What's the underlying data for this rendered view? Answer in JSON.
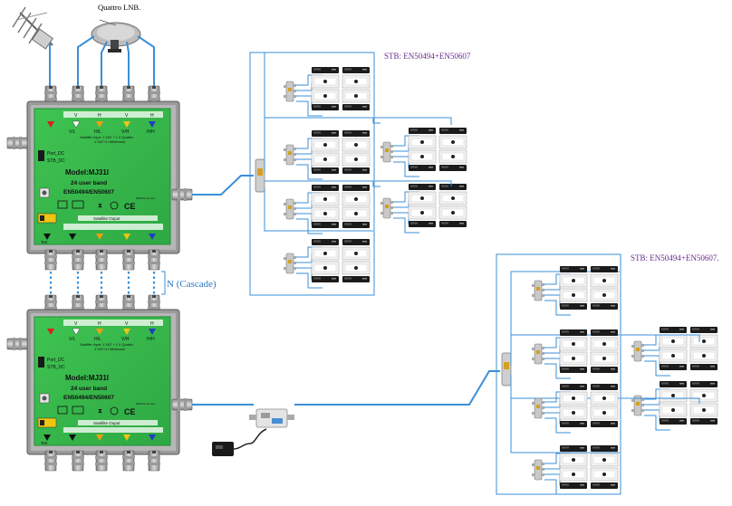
{
  "header": {
    "lnb_label": "Quattro LNB."
  },
  "cascade_label": "N (Cascade)",
  "stb_labels": {
    "upper": "STB: EN50494+EN50607",
    "lower": "STB: EN50494+EN50607."
  },
  "multiswitch": {
    "model": "Model:MJ31I",
    "band": "24 user band",
    "standard": "EN50494/EN50607",
    "input_title": "Satellite Input: 1 SAT + 1 X Quattro",
    "input_sub": "1 SAT+1+Wideband",
    "output_title": "Satellite  Ouput",
    "port_ports": [
      "V/L",
      "H/L",
      "V/H",
      "H/H"
    ],
    "port_letters": [
      "V",
      "H",
      "V",
      "H"
    ],
    "side_labels": [
      "Port_DC",
      "STB_DC"
    ],
    "terr_label": "Terr",
    "serial": "#F2641+mt tool",
    "colors": {
      "board": "#35b84a",
      "board_dark": "#1f8f35",
      "tri_white": "#ffffff",
      "tri_orange": "#f39c12",
      "tri_yellow": "#f1c40f",
      "tri_blue": "#1f3fbf"
    }
  },
  "colors": {
    "cable": "#3a8fd8",
    "cable_light": "#7fc3ee",
    "label_purple": "#6a2c8e",
    "cascade_blue": "#2a78c0"
  },
  "icons": [
    "terrestrial-antenna-icon",
    "satellite-dish-icon",
    "power-adapter-icon",
    "splitter-icon",
    "set-top-box-icon",
    "tv-icon"
  ]
}
